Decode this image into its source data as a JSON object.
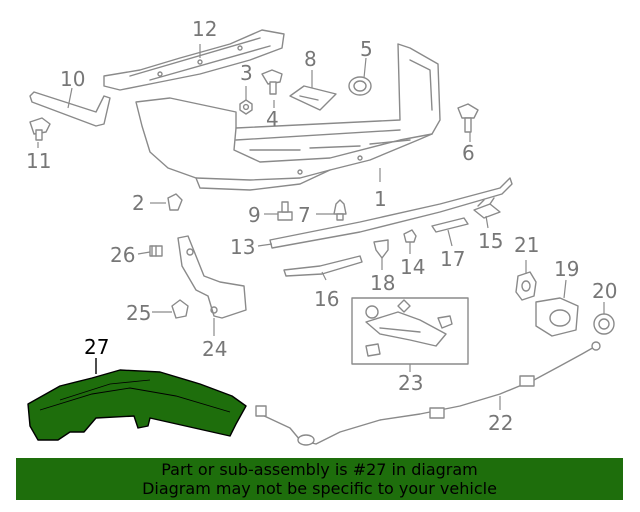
{
  "diagram": {
    "highlight_color": "#1e6e0c",
    "callouts": [
      {
        "id": "c1",
        "label": "1"
      },
      {
        "id": "c2",
        "label": "2"
      },
      {
        "id": "c3",
        "label": "3"
      },
      {
        "id": "c4",
        "label": "4"
      },
      {
        "id": "c5",
        "label": "5"
      },
      {
        "id": "c6",
        "label": "6"
      },
      {
        "id": "c7",
        "label": "7"
      },
      {
        "id": "c8",
        "label": "8"
      },
      {
        "id": "c9",
        "label": "9"
      },
      {
        "id": "c10",
        "label": "10"
      },
      {
        "id": "c11",
        "label": "11"
      },
      {
        "id": "c12",
        "label": "12"
      },
      {
        "id": "c13",
        "label": "13"
      },
      {
        "id": "c14",
        "label": "14"
      },
      {
        "id": "c15",
        "label": "15"
      },
      {
        "id": "c16",
        "label": "16"
      },
      {
        "id": "c17",
        "label": "17"
      },
      {
        "id": "c18",
        "label": "18"
      },
      {
        "id": "c19",
        "label": "19"
      },
      {
        "id": "c20",
        "label": "20"
      },
      {
        "id": "c21",
        "label": "21"
      },
      {
        "id": "c22",
        "label": "22"
      },
      {
        "id": "c23",
        "label": "23"
      },
      {
        "id": "c24",
        "label": "24"
      },
      {
        "id": "c25",
        "label": "25"
      },
      {
        "id": "c26",
        "label": "26"
      },
      {
        "id": "c27",
        "label": "27"
      }
    ]
  },
  "footer": {
    "line1": "Part or sub-assembly is #27 in diagram",
    "line2": "Diagram may not be specific to your vehicle",
    "background": "#1e6e0c"
  }
}
